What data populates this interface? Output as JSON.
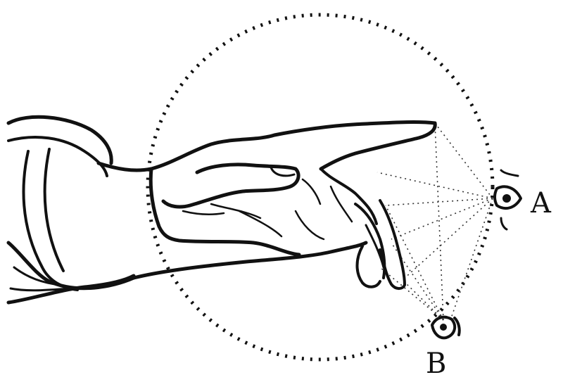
{
  "labels": {
    "eye_a": "A",
    "eye_b": "B"
  },
  "colors": {
    "ink": "#111111",
    "paper": "#ffffff"
  },
  "elements": {
    "hand": "hand-illustration",
    "circle": "dotted-circle",
    "eye_a": "eye-icon",
    "eye_b": "eye-icon"
  }
}
